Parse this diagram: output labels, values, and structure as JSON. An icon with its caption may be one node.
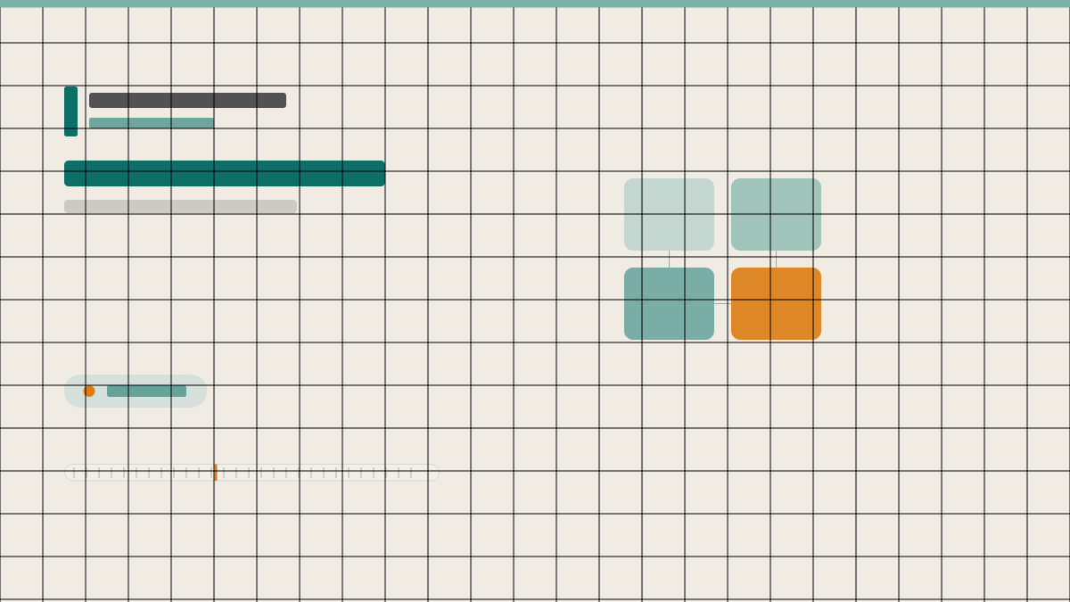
{
  "diagram": {
    "nodes": [
      {
        "text": [],
        "shape": "box"
      },
      {
        "text": [],
        "shape": "box"
      },
      {
        "text": [],
        "shape": "box"
      },
      {
        "text": [],
        "shape": "box"
      }
    ],
    "edges": [
      {
        "from": 0,
        "to": 2,
        "arrow": "none"
      },
      {
        "from": 1,
        "to": 3,
        "arrow": "none"
      },
      {
        "from": 2,
        "to": 3,
        "arrow": "none"
      }
    ]
  }
}
